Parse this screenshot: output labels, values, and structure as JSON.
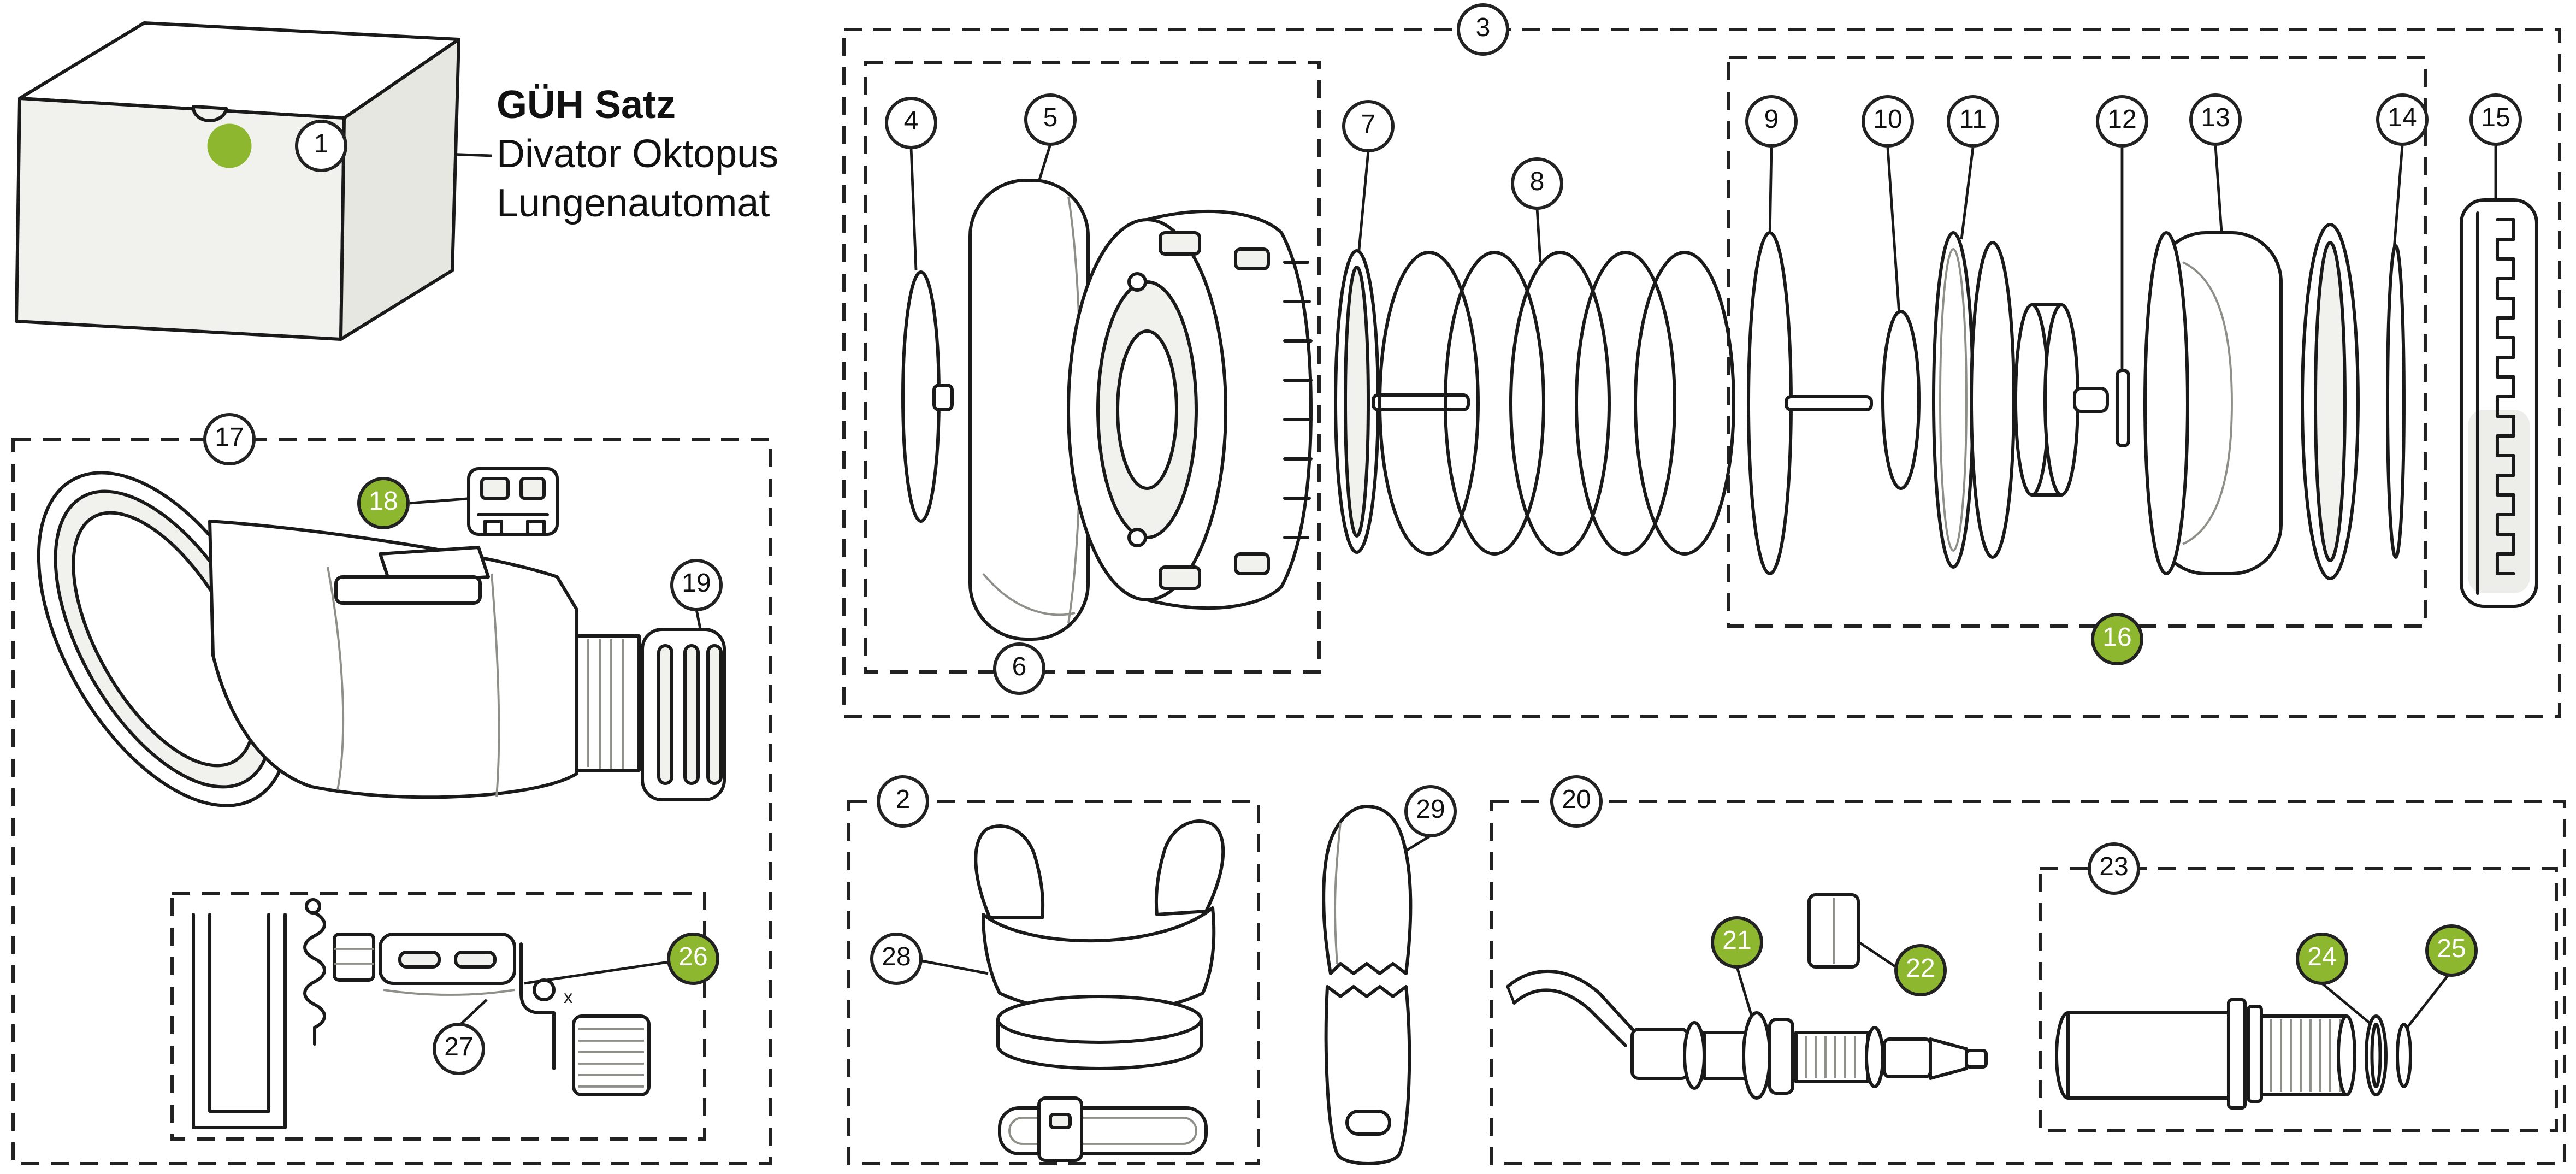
{
  "title": {
    "line1": "GÜH Satz",
    "line2": "Divator Oktopus",
    "line3": "Lungenautomat"
  },
  "colors": {
    "accent_green": "#8CB72E",
    "line": "#1A1A1A"
  },
  "marks": {
    "lever_x": "x"
  },
  "callouts": {
    "n1": "1",
    "n2": "2",
    "n3": "3",
    "n4": "4",
    "n5": "5",
    "n6": "6",
    "n7": "7",
    "n8": "8",
    "n9": "9",
    "n10": "10",
    "n11": "11",
    "n12": "12",
    "n13": "13",
    "n14": "14",
    "n15": "15",
    "n16": "16",
    "n17": "17",
    "n18": "18",
    "n19": "19",
    "n20": "20",
    "n21": "21",
    "n22": "22",
    "n23": "23",
    "n24": "24",
    "n25": "25",
    "n26": "26",
    "n27": "27",
    "n28": "28",
    "n29": "29"
  }
}
